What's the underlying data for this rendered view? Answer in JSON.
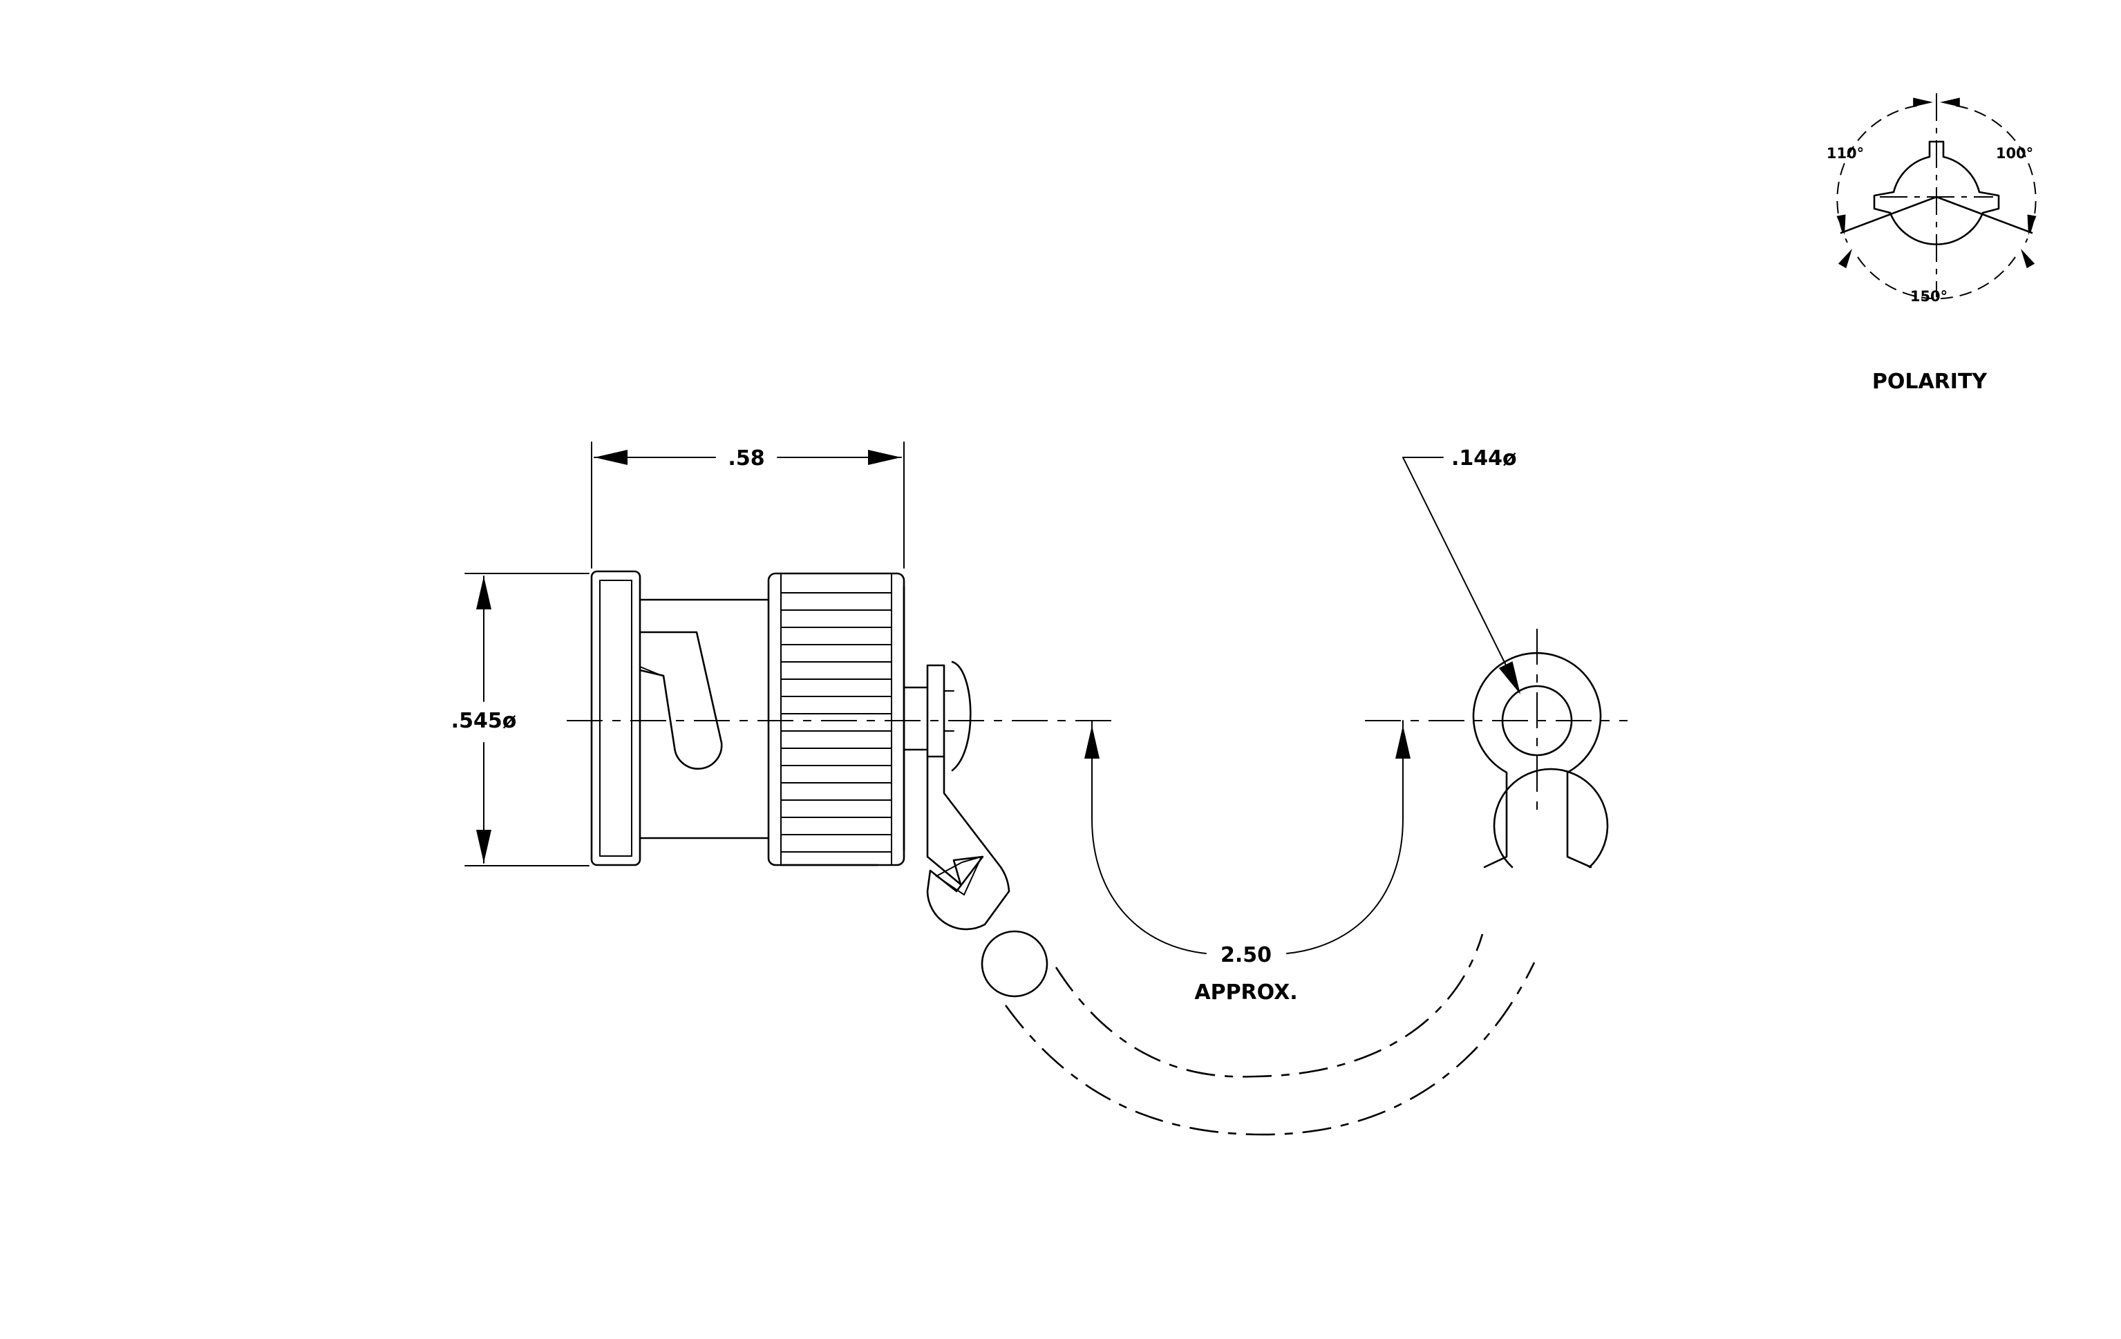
{
  "dimensions": {
    "length": ".58",
    "diameter": ".545ø",
    "hole_diameter": ".144ø",
    "chain_length": "2.50",
    "chain_length_note": "APPROX."
  },
  "polarity": {
    "label": "POLARITY",
    "angle_left": "110°",
    "angle_right": "100°",
    "angle_bottom": "150°"
  }
}
